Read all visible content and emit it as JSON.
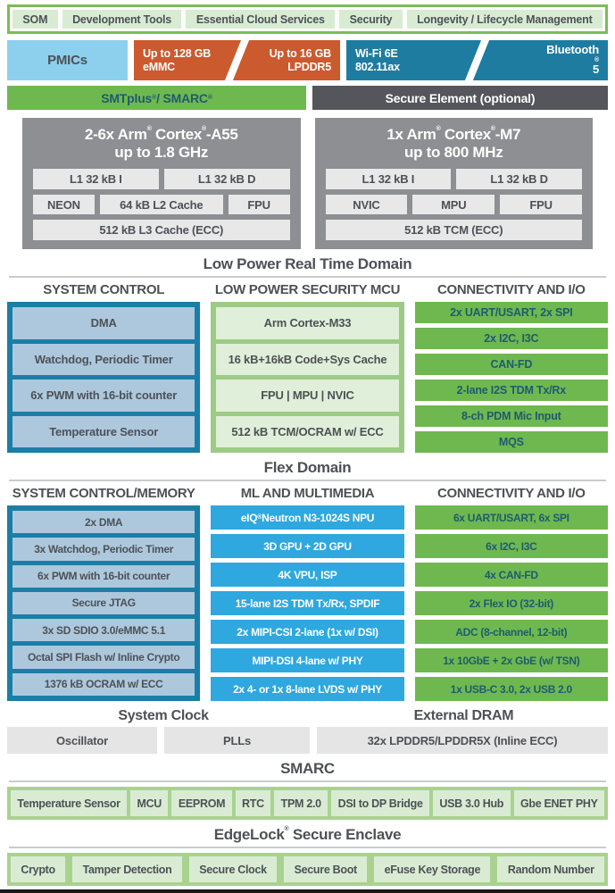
{
  "colors": {
    "green_frame": "#7CBC57",
    "chip_light_green": "#D9ECD3",
    "container_green": "#A9D291",
    "green": "#6FB84F",
    "orange": "#CB5A2F",
    "light_blue": "#8CD0EE",
    "teal": "#1E7CA0",
    "dark_gray": "#54565B",
    "control_teal": "#1B7EA6",
    "control_item": "#ADC8DD",
    "security_green": "#9DCB85",
    "security_item": "#DFEFD9",
    "ml_blue": "#2EA8DF",
    "cpu_gray": "#8D8F92",
    "chip_gray": "#E8E8E9",
    "item_gray": "#E5E5E6",
    "text_dark": "#4D5156",
    "text_teal": "#1E5B70",
    "divider": "#C9CCCB"
  },
  "top_tags": [
    "SOM",
    "Development Tools",
    "Essential Cloud Services",
    "Security",
    "Longevity / Lifecycle Management"
  ],
  "module_row": {
    "pmics": "PMICs",
    "emmc": {
      "line1": "Up to 128 GB",
      "line2": "eMMC"
    },
    "lpddr": {
      "line1": "Up to 16 GB",
      "line2": "LPDDR5"
    },
    "wifi": {
      "line1": "Wi-Fi 6E",
      "line2": "802.11ax"
    },
    "bluetooth": "Bluetooth® 5",
    "smtplus": "SMTplus® / SMARC®",
    "secure_element": "Secure Element (optional)"
  },
  "cpu_blocks": [
    {
      "title_line1": "2-6x Arm® Cortex®-A55",
      "title_line2": "up to 1.8 GHz",
      "row1": [
        "L1 32 kB I",
        "L1 32 kB D"
      ],
      "row2": [
        "NEON",
        "64 kB L2 Cache",
        "FPU"
      ],
      "row3": "512 kB L3 Cache (ECC)"
    },
    {
      "title_line1": "1x Arm® Cortex®-M7",
      "title_line2": "up to 800 MHz",
      "row1": [
        "L1 32 kB I",
        "L1 32 kB D"
      ],
      "row2": [
        "NVIC",
        "MPU",
        "FPU"
      ],
      "row3": "512 kB TCM (ECC)"
    }
  ],
  "low_power_label": "Low Power Real Time Domain",
  "flex_domain": {
    "label": "Flex Domain",
    "system_control": {
      "header": "SYSTEM CONTROL",
      "items": [
        "DMA",
        "Watchdog, Periodic Timer",
        "6x PWM with 16-bit counter",
        "Temperature Sensor"
      ]
    },
    "security_mcu": {
      "header": "LOW POWER SECURITY MCU",
      "items": [
        "Arm Cortex-M33",
        "16 kB+16kB Code+Sys Cache",
        "FPU | MPU | NVIC",
        "512 kB TCM/OCRAM w/ ECC"
      ]
    },
    "connectivity": {
      "header": "CONNECTIVITY AND I/O",
      "items": [
        "2x UART/USART, 2x SPI",
        "2x I2C, I3C",
        "CAN-FD",
        "2-lane I2S TDM Tx/Rx",
        "8-ch PDM Mic Input",
        "MQS"
      ]
    }
  },
  "main_domain": {
    "system_control_memory": {
      "header": "SYSTEM CONTROL/MEMORY",
      "items": [
        "2x DMA",
        "3x Watchdog, Periodic Timer",
        "6x PWM with 16-bit counter",
        "Secure JTAG",
        "3x SD SDIO 3.0/eMMC 5.1",
        "Octal SPI Flash w/ Inline Crypto",
        "1376 kB OCRAM w/ ECC"
      ]
    },
    "ml_multimedia": {
      "header": "ML AND MULTIMEDIA",
      "items": [
        "eIQ® Neutron N3-1024S NPU",
        "3D GPU + 2D GPU",
        "4K VPU, ISP",
        "15-lane I2S TDM Tx/Rx, SPDIF",
        "2x MIPI-CSI 2-lane (1x w/ DSI)",
        "MIPI-DSI 4-lane w/ PHY",
        "2x 4- or 1x 8-lane LVDS w/ PHY"
      ]
    },
    "connectivity": {
      "header": "CONNECTIVITY AND I/O",
      "items": [
        "6x UART/USART, 6x SPI",
        "6x I2C, I3C",
        "4x CAN-FD",
        "2x Flex IO (32-bit)",
        "ADC (8-channel, 12-bit)",
        "1x 10GbE + 2x GbE (w/ TSN)",
        "1x USB-C 3.0, 2x USB 2.0"
      ]
    }
  },
  "clock_dram": {
    "system_clock_label": "System Clock",
    "external_dram_label": "External DRAM",
    "oscillator": "Oscillator",
    "plls": "PLLs",
    "dram": "32x LPDDR5/LPDDR5X (Inline ECC)"
  },
  "smarc": {
    "label": "SMARC",
    "items": [
      "Temperature Sensor",
      "MCU",
      "EEPROM",
      "RTC",
      "TPM 2.0",
      "DSI to DP Bridge",
      "USB 3.0 Hub",
      "Gbe ENET PHY"
    ]
  },
  "edgelock": {
    "label": "EdgeLock® Secure Enclave",
    "items": [
      "Crypto",
      "Tamper Detection",
      "Secure Clock",
      "Secure Boot",
      "eFuse Key Storage",
      "Random Number"
    ]
  }
}
